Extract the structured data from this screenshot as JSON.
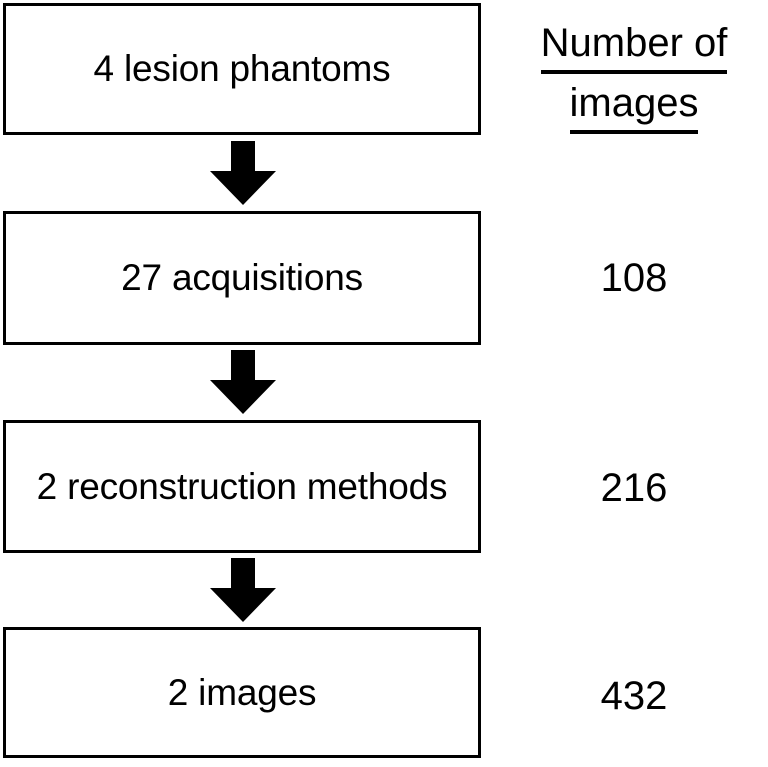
{
  "figure": {
    "type": "flowchart",
    "orientation": "vertical",
    "colors": {
      "background": "#ffffff",
      "stroke": "#000000",
      "box_fill": "#ffffff",
      "arrow_fill": "#000000"
    }
  },
  "column_header": {
    "line1": "Number of",
    "line2": "images"
  },
  "steps": [
    {
      "label": "4 lesion phantoms",
      "count": ""
    },
    {
      "label": "27 acquisitions",
      "count": "108"
    },
    {
      "label": "2 reconstruction methods",
      "count": "216"
    },
    {
      "label": "2 images",
      "count": "432"
    }
  ],
  "arrows": [
    {
      "name": "arrow-phantoms-to-acquisitions",
      "direction": "down"
    },
    {
      "name": "arrow-acquisitions-to-reconstruction",
      "direction": "down"
    },
    {
      "name": "arrow-reconstruction-to-images",
      "direction": "down"
    }
  ],
  "chart_data": {
    "type": "table",
    "title": "",
    "categories": [
      "4 lesion phantoms",
      "27 acquisitions",
      "2 reconstruction methods",
      "2 images"
    ],
    "values": [
      null,
      108,
      216,
      432
    ],
    "ylabel": "Number of images",
    "xlabel": "",
    "annotations": []
  }
}
